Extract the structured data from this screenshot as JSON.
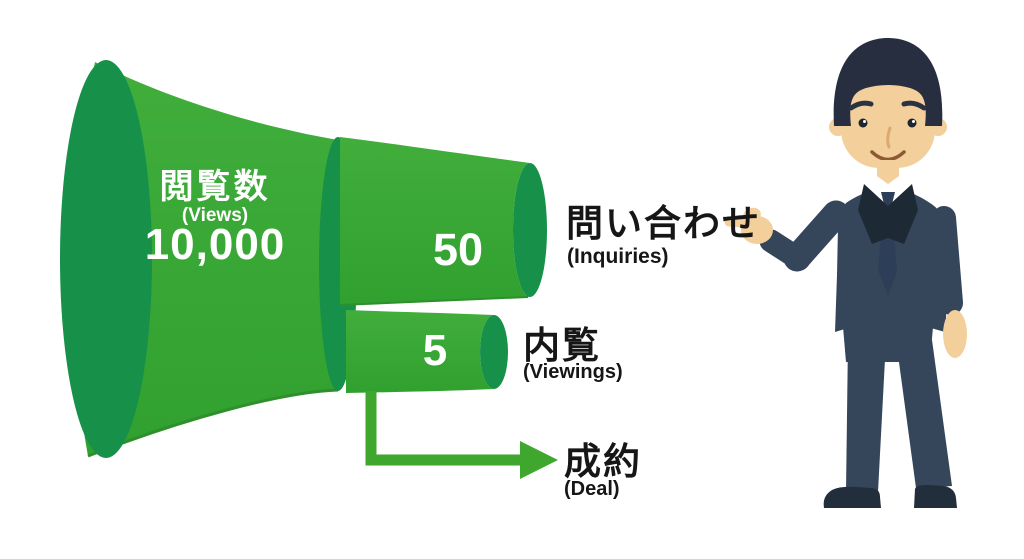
{
  "figure": {
    "title_implicit": "",
    "stages": [
      {
        "id": "views",
        "label": "閲覧数",
        "sublabel": "(Views)",
        "value": "10,000"
      },
      {
        "id": "inquiries",
        "label": "問い合わせ",
        "sublabel": "(Inquiries)",
        "value": "50"
      },
      {
        "id": "viewings",
        "label": "内覧",
        "sublabel": "(Viewings)",
        "value": "5"
      },
      {
        "id": "deal",
        "label": "成約",
        "sublabel": "(Deal)",
        "value": ""
      }
    ]
  },
  "chart_data": {
    "type": "funnel",
    "stages": [
      "閲覧数 (Views)",
      "問い合わせ (Inquiries)",
      "内覧 (Viewings)",
      "成約 (Deal)"
    ],
    "values": [
      10000,
      50,
      5,
      null
    ],
    "orientation": "horizontal-left-to-right",
    "notes": "Megaphone/funnel illustration narrowing left to right; arrow from last cylinder leads to Deal stage; businessman mascot points at the funnel."
  },
  "colors": {
    "background": "#ffffff",
    "funnel_green": "#3aa838",
    "funnel_green_light": "#41ae3c",
    "funnel_green_deep": "#30a02f",
    "funnel_dark_cap": "#179149",
    "arrow_green": "#3fa72e",
    "edge_green": "#2e8f2c",
    "text_dark": "#161616",
    "text_white": "#ffffff",
    "suit": "#35455a",
    "lapel": "#1e2936",
    "tie": "#2d3f58",
    "hair": "#272e40",
    "shoe": "#232e3d",
    "skin": "#f3cf9c"
  }
}
